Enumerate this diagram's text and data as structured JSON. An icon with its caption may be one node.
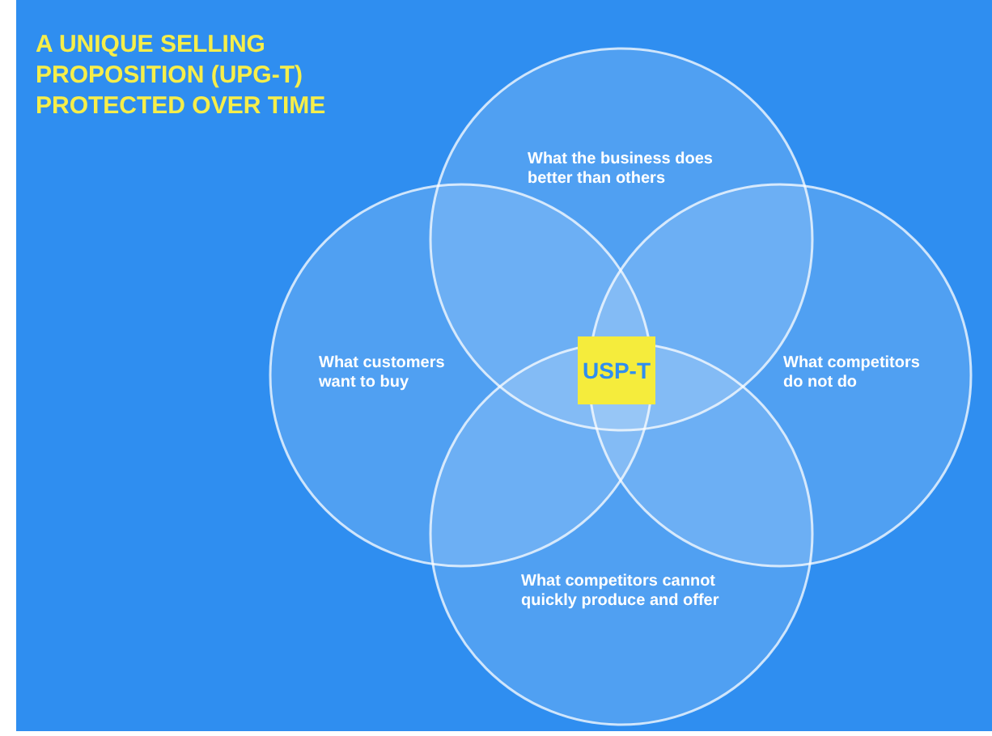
{
  "diagram": {
    "title": "A UNIQUE SELLING PROPOSITION (UPG-T) PROTECTED OVER TIME",
    "nodes": [
      {
        "text": [
          "What the business does better than others"
        ]
      },
      {
        "text": [
          "What customers want to buy"
        ]
      },
      {
        "text": [
          "What competitors do not do"
        ]
      },
      {
        "text": [
          "What competitors cannot quickly produce and offer"
        ]
      },
      {
        "text": [
          "USP-T"
        ]
      }
    ]
  }
}
